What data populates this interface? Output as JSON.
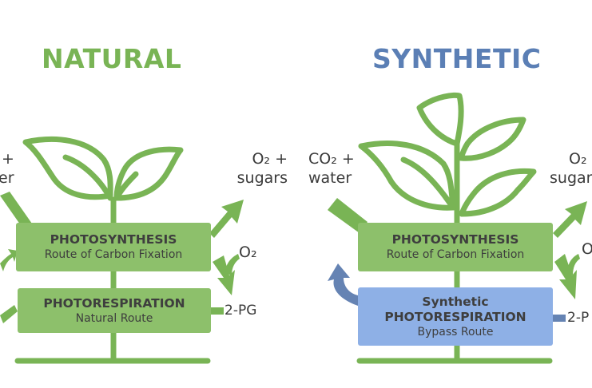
{
  "colors": {
    "green": "#79b455",
    "blue": "#5b7fb5",
    "green_box": "#8dc06b",
    "blue_box": "#8eb0e6",
    "blue_arrow": "#6583b3"
  },
  "natural": {
    "title": "NATURAL",
    "input_label_line1": "+",
    "input_label_line2": "er",
    "output_label_line1": "O₂ +",
    "output_label_line2": "sugars",
    "o2_label": "O₂",
    "pg_label": "2-PG",
    "photosynthesis": {
      "heading": "PHOTOSYNTHESIS",
      "sub": "Route of Carbon Fixation"
    },
    "photorespiration": {
      "heading": "PHOTORESPIRATION",
      "sub": "Natural Route"
    }
  },
  "synthetic": {
    "title": "SYNTHETIC",
    "input_label_line1": "CO₂ +",
    "input_label_line2": "water",
    "output_label_line1": "O₂",
    "output_label_line2": "sugar",
    "o2_label": "O",
    "pg_label": "2-P",
    "photosynthesis": {
      "heading": "PHOTOSYNTHESIS",
      "sub": "Route of Carbon Fixation"
    },
    "photorespiration": {
      "heading_line1": "Synthetic",
      "heading_line2": "PHOTORESPIRATION",
      "sub": "Bypass Route"
    }
  }
}
